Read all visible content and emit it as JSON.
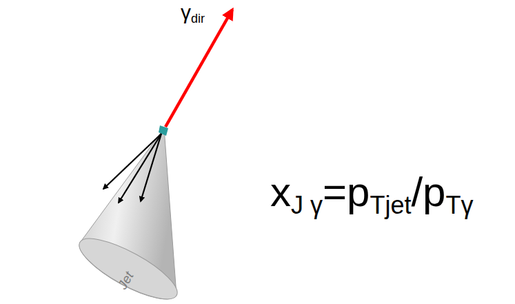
{
  "diagram": {
    "nodes": [
      {
        "text": [
          "Jet"
        ]
      }
    ],
    "labels": [
      "γ",
      "dir",
      "x",
      "J γ",
      "=p",
      "Tjet",
      "/p",
      "Tγ"
    ]
  }
}
